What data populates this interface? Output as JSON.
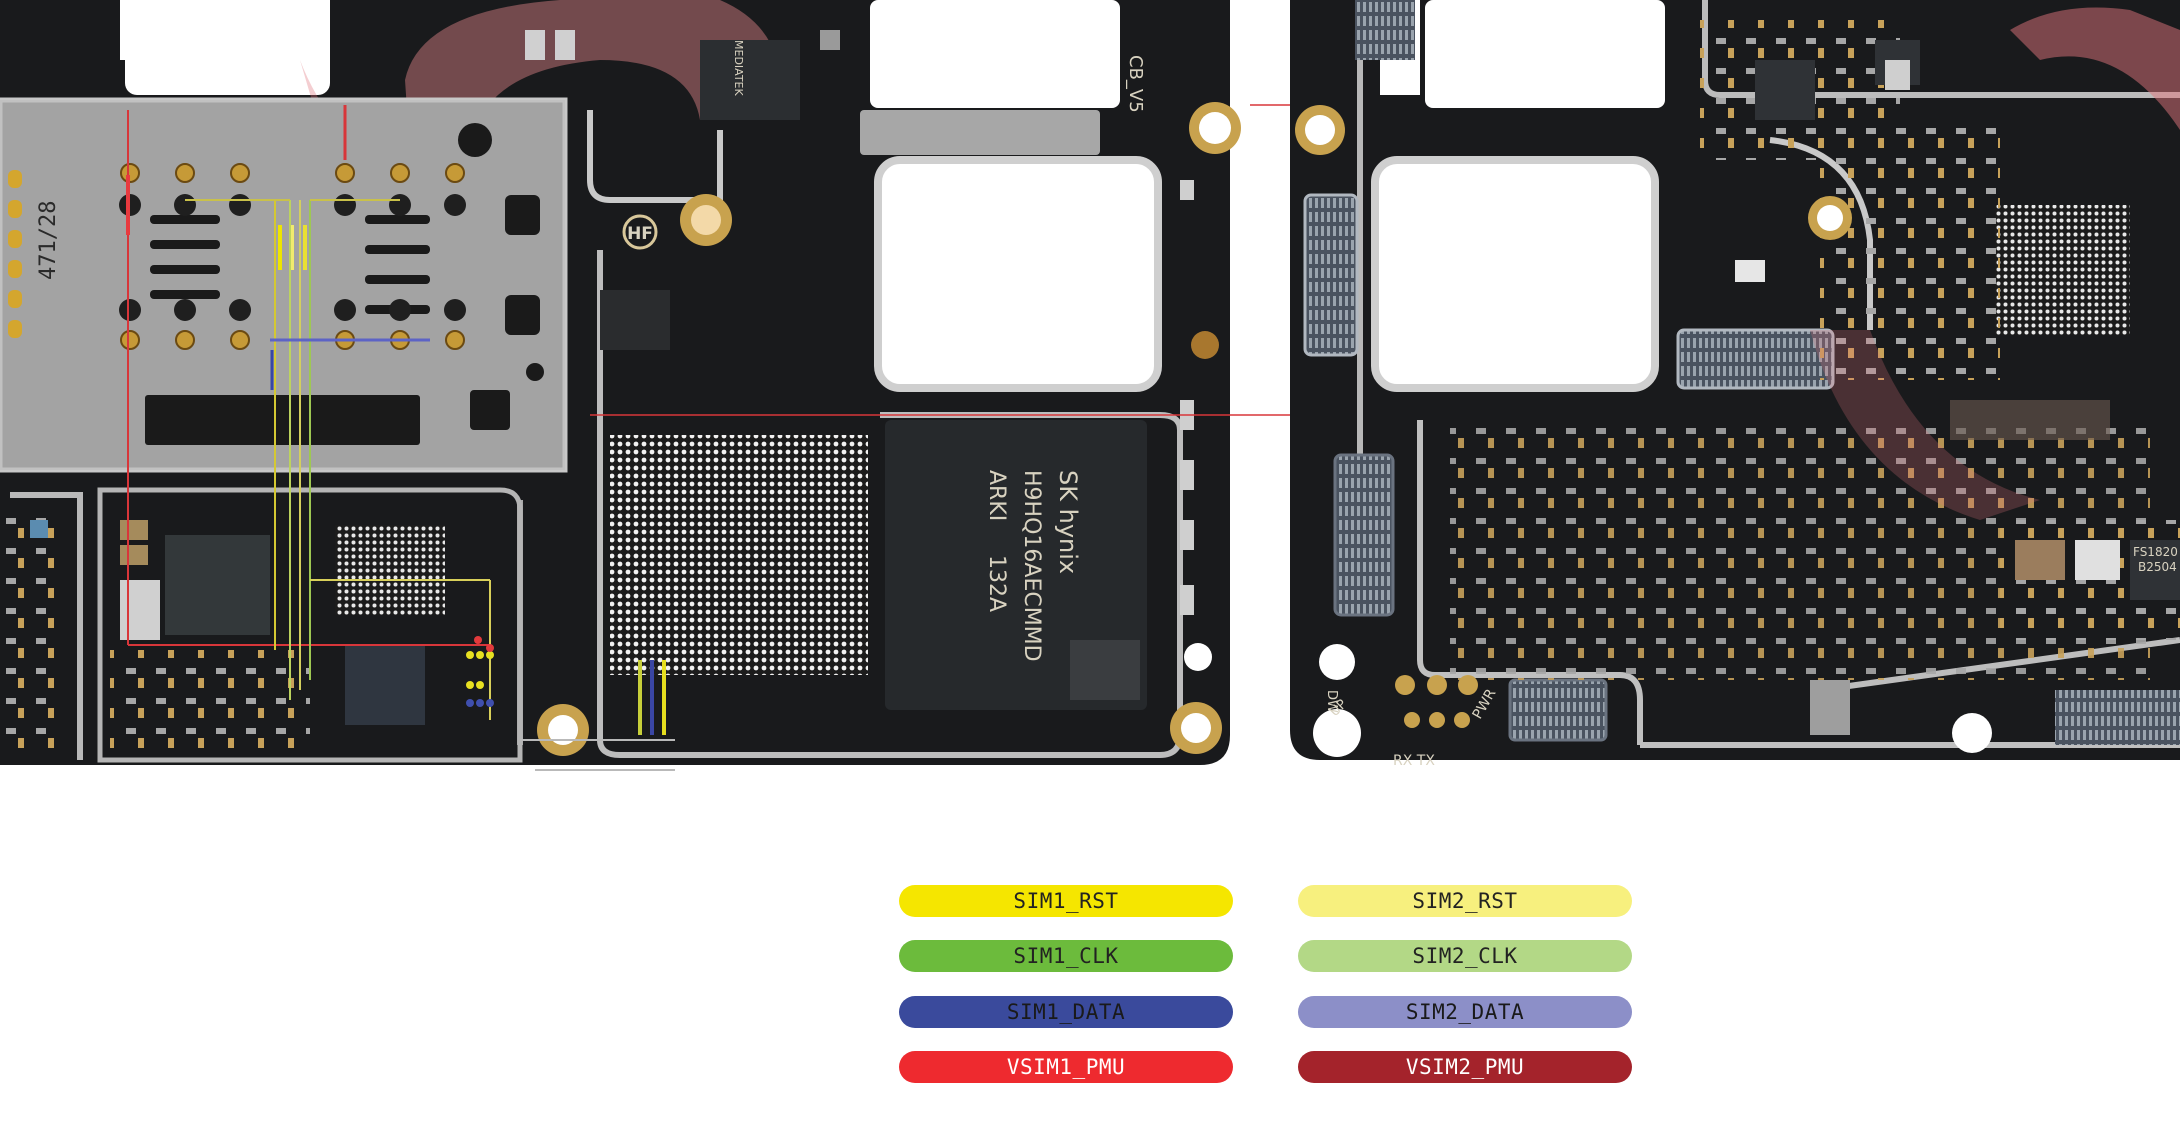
{
  "board": {
    "silkscreen": {
      "rev_tag": "CB_V5",
      "hf_mark": "HF",
      "dw": "DW",
      "up": "UP",
      "rx_tx": "RX TX",
      "pwr": "PWR",
      "serial": "471/28"
    },
    "chips": {
      "mediatek": "MEDIATEK",
      "skhynix": "SK hynix",
      "hynix_part": "H9HQ16AECMMD",
      "hynix_lot": "ARKI",
      "hynix_code": "132A",
      "fs_label": "FS1820",
      "fs_code": "B2504"
    }
  },
  "legend": {
    "items": [
      {
        "label": "SIM1_RST",
        "color": "#f5e600",
        "text_color": "#222222"
      },
      {
        "label": "SIM2_RST",
        "color": "#f7f07e",
        "text_color": "#222222"
      },
      {
        "label": "SIM1_CLK",
        "color": "#6cbb3c",
        "text_color": "#222222"
      },
      {
        "label": "SIM2_CLK",
        "color": "#b3d886",
        "text_color": "#222222"
      },
      {
        "label": "SIM1_DATA",
        "color": "#3a4a9c",
        "text_color": "#1a1a1a"
      },
      {
        "label": "SIM2_DATA",
        "color": "#8c8fc8",
        "text_color": "#1a1a1a"
      },
      {
        "label": "VSIM1_PMU",
        "color": "#ee2a2f",
        "text_color": "#ffffff"
      },
      {
        "label": "VSIM2_PMU",
        "color": "#a4232b",
        "text_color": "#ffffff"
      }
    ]
  }
}
